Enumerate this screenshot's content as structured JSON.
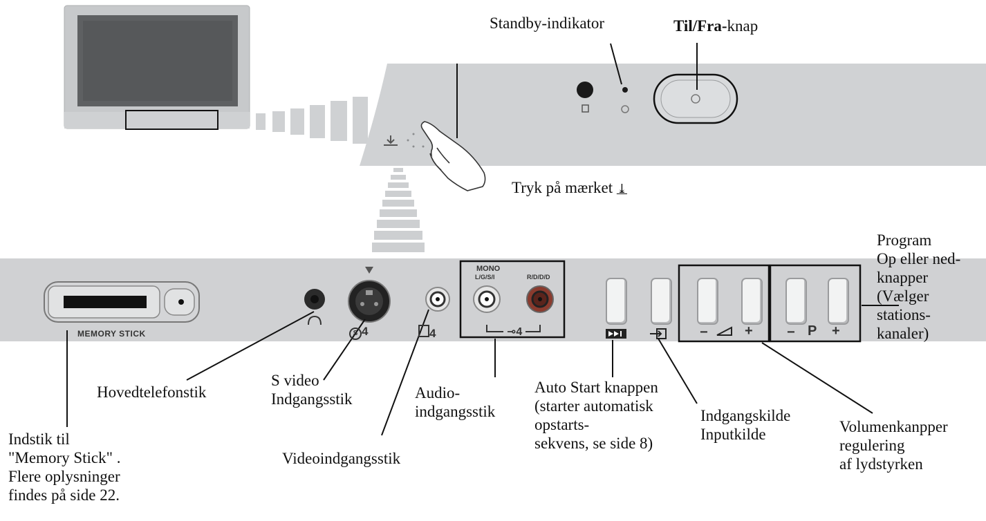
{
  "labels": {
    "standby": "Standby-indikator",
    "power_bold": "Til/Fra-",
    "power_rest": "knap",
    "tap_hint": "Tryk på mærket",
    "program": "Program\nOp eller ned-\nknapper\n(Vælger\nstations-\nkanaler)",
    "headphone": "Hovedtelefonstik",
    "svideo": "S video\nIndgangsstik",
    "audio": "Audio-\nindgangsstik",
    "autostart": "Auto Start knappen\n(starter automatisk\nopstarts-\nsekvens, se side 8)",
    "input_source": "Indgangskilde\nInputkilde",
    "volume": "Volumenkanpper\nregulering\naf lydstyrken",
    "memory_slot": "Indstik til\n\"Memory Stick\" .\nFlere oplysninger\nfindes på side 22.",
    "video_in": "Videoindgangsstik"
  },
  "panel_text": {
    "memory_stick": "MEMORY STICK",
    "mono": "MONO",
    "mono_sub": "L/G/S/I",
    "right_sub": "R/D/D/D",
    "svideo_num": "4",
    "video_num": "4",
    "audio_group": "4",
    "p_letter": "P",
    "minus": "−",
    "plus": "+"
  },
  "icons": [
    "headphone-icon",
    "svideo-input-icon",
    "video-input-icon",
    "audio-input-icon",
    "auto-start-icon",
    "input-select-icon",
    "volume-icon",
    "eject-mark-icon",
    "power-symbol-icon",
    "hand-pointer-icon"
  ]
}
